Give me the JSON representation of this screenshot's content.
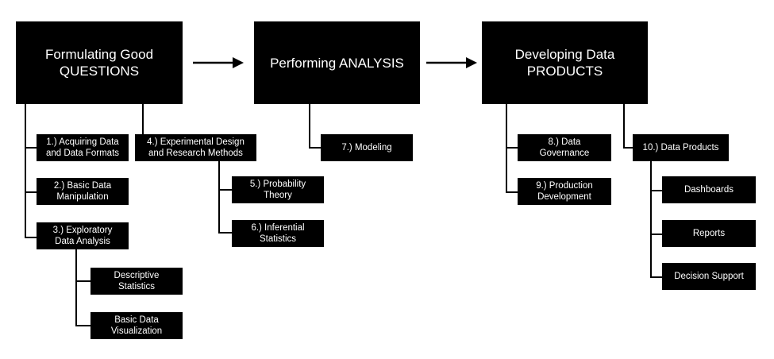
{
  "stages": {
    "questions": [
      "Formulating Good",
      "QUESTIONS"
    ],
    "analysis": [
      "Performing ANALYSIS"
    ],
    "products": [
      "Developing Data",
      "PRODUCTS"
    ]
  },
  "topics": {
    "t1": [
      "1.) Acquiring Data",
      "and Data Formats"
    ],
    "t2": [
      "2.) Basic Data",
      "Manipulation"
    ],
    "t3": [
      "3.) Exploratory",
      "Data Analysis"
    ],
    "t3a": [
      "Descriptive",
      "Statistics"
    ],
    "t3b": [
      "Basic Data",
      "Visualization"
    ],
    "t4": [
      "4.) Experimental Design",
      "and Research Methods"
    ],
    "t5": [
      "5.) Probability",
      "Theory"
    ],
    "t6": [
      "6.) Inferential",
      "Statistics"
    ],
    "t7": [
      "7.) Modeling"
    ],
    "t8": [
      "8.) Data",
      "Governance"
    ],
    "t9": [
      "9.) Production",
      "Development"
    ],
    "t10": [
      "10.) Data Products"
    ],
    "t10a": [
      "Dashboards"
    ],
    "t10b": [
      "Reports"
    ],
    "t10c": [
      "Decision Support"
    ]
  }
}
